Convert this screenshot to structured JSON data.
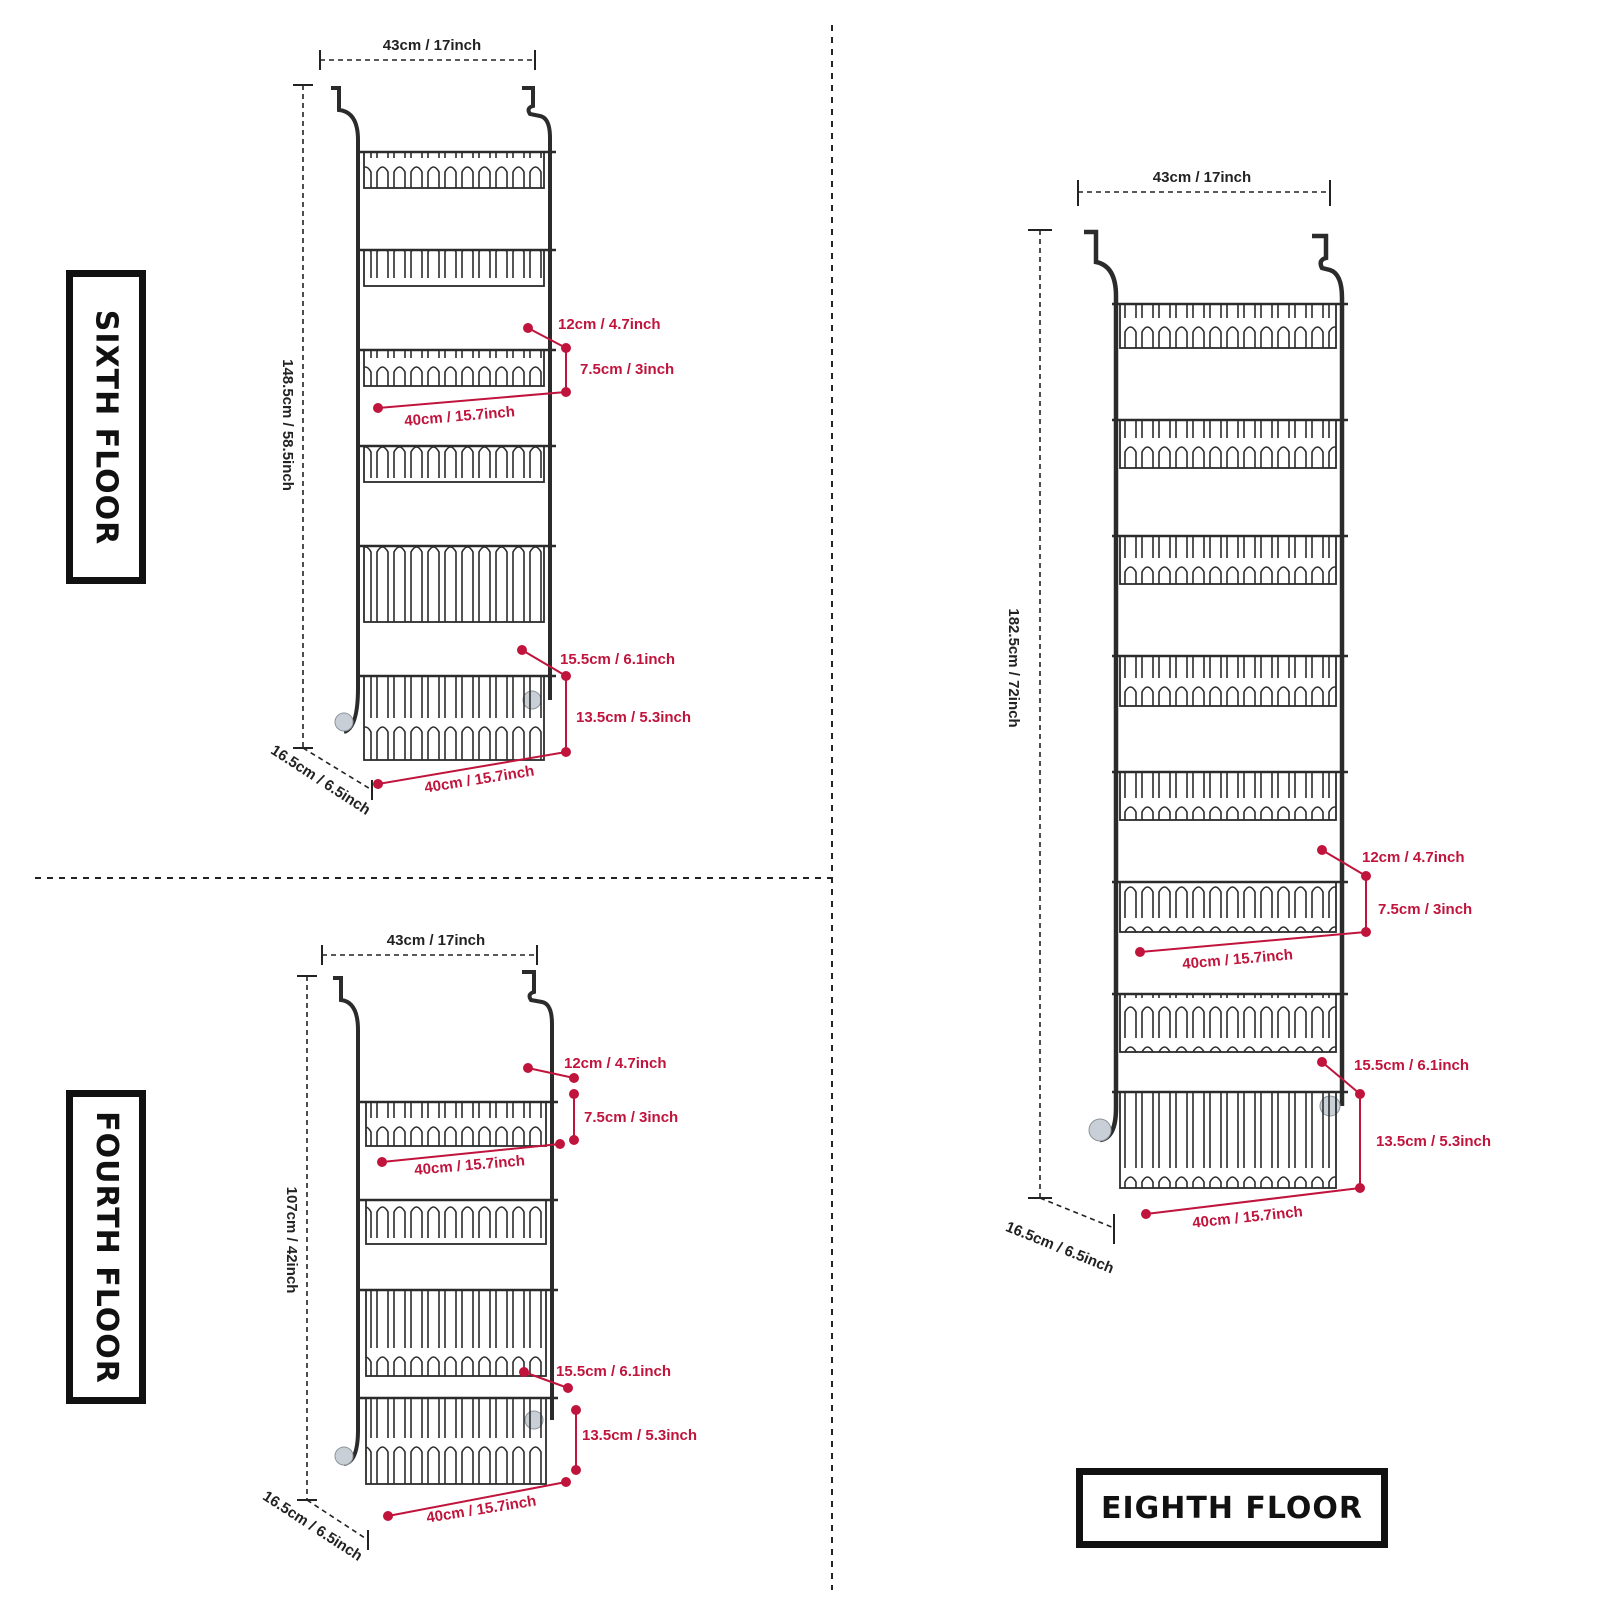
{
  "colors": {
    "frame": "#2b2b2b",
    "dimension": "#c0143c",
    "guide": "#222222",
    "roller": "#c9cfd6"
  },
  "panels": {
    "sixth": {
      "title": "SIXTH FLOOR",
      "width_label": "43cm / 17inch",
      "height_label": "148.5cm / 58.5inch",
      "depth_label": "16.5cm / 6.5inch",
      "small_shelf": {
        "depth": "12cm / 4.7inch",
        "height": "7.5cm / 3inch",
        "width": "40cm / 15.7inch"
      },
      "basket": {
        "depth": "15.5cm / 6.1inch",
        "height": "13.5cm / 5.3inch",
        "width": "40cm / 15.7inch"
      }
    },
    "fourth": {
      "title": "FOURTH FLOOR",
      "width_label": "43cm / 17inch",
      "height_label": "107cm / 42inch",
      "depth_label": "16.5cm / 6.5inch",
      "small_shelf": {
        "depth": "12cm / 4.7inch",
        "height": "7.5cm / 3inch",
        "width": "40cm / 15.7inch"
      },
      "basket": {
        "depth": "15.5cm / 6.1inch",
        "height": "13.5cm / 5.3inch",
        "width": "40cm / 15.7inch"
      }
    },
    "eighth": {
      "title": "EIGHTH FLOOR",
      "width_label": "43cm / 17inch",
      "height_label": "182.5cm / 72inch",
      "depth_label": "16.5cm / 6.5inch",
      "small_shelf": {
        "depth": "12cm / 4.7inch",
        "height": "7.5cm / 3inch",
        "width": "40cm / 15.7inch"
      },
      "basket": {
        "depth": "15.5cm / 6.1inch",
        "height": "13.5cm / 5.3inch",
        "width": "40cm / 15.7inch"
      }
    }
  }
}
